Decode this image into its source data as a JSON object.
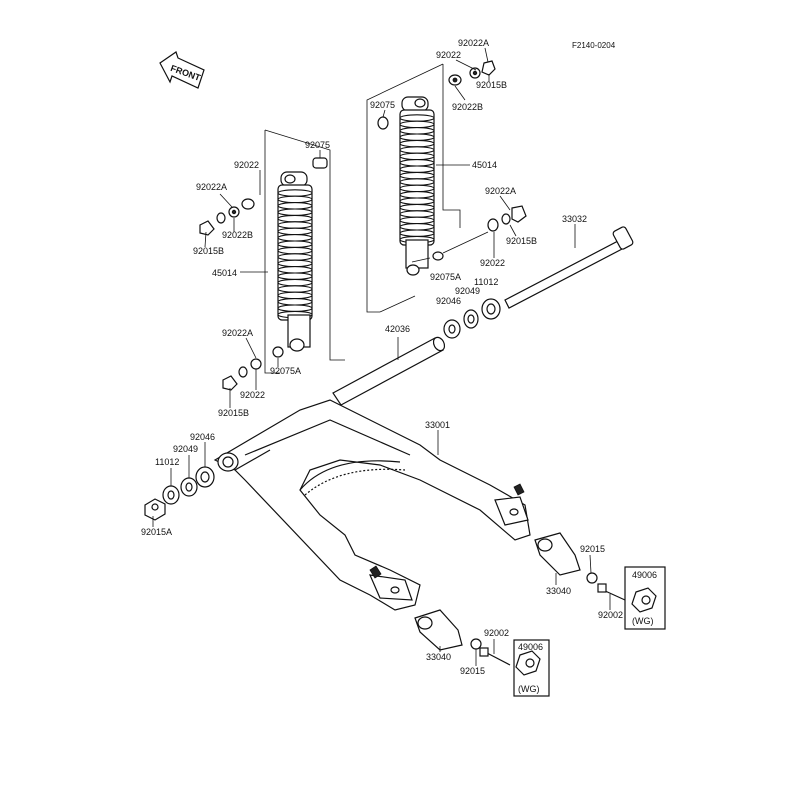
{
  "diagram_code": "F2140-0204",
  "front_label": "FRONT",
  "wg_label": "(WG)",
  "parts": {
    "shock_absorber": "45014",
    "washer_a": "92022A",
    "washer": "92022",
    "washer_b": "92022B",
    "cap_nut": "92015B",
    "bushing": "92075",
    "bushing_a": "92075A",
    "pivot_shaft": "33032",
    "sleeve": "42036",
    "swing_arm": "33001",
    "seal": "11012",
    "bearing": "92049",
    "collar": "92046",
    "nut": "92015A",
    "chain_adjuster": "33040",
    "bolt": "92002",
    "adjuster_nut": "92015",
    "nut_wg": "49006"
  }
}
